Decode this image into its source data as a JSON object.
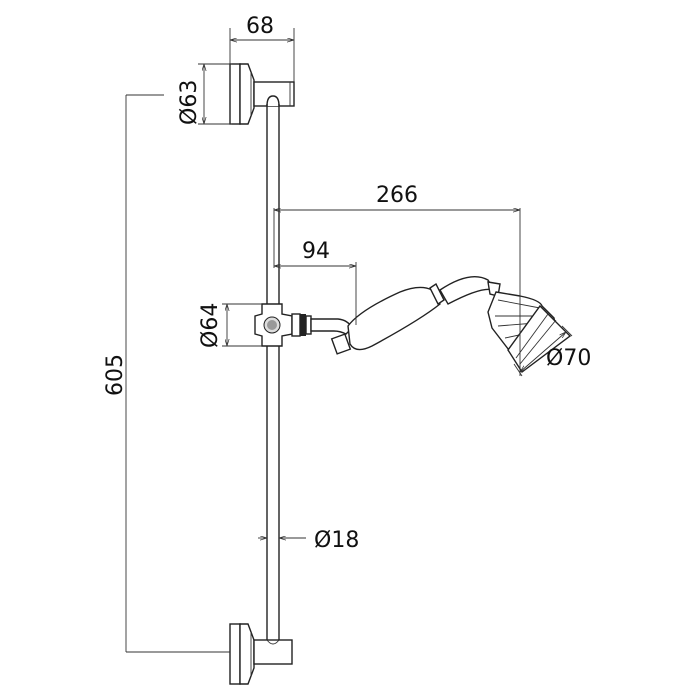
{
  "drawing": {
    "title": "Slide rail shower kit dimension drawing",
    "line_color": "#222222",
    "background": "#ffffff"
  },
  "dimensions": {
    "bracket_projection": "68",
    "bracket_diameter": "Ø63",
    "rail_length": "605",
    "handset_reach": "266",
    "slider_reach": "94",
    "slider_diameter": "Ø64",
    "head_diameter": "Ø70",
    "rail_diameter": "Ø18"
  }
}
